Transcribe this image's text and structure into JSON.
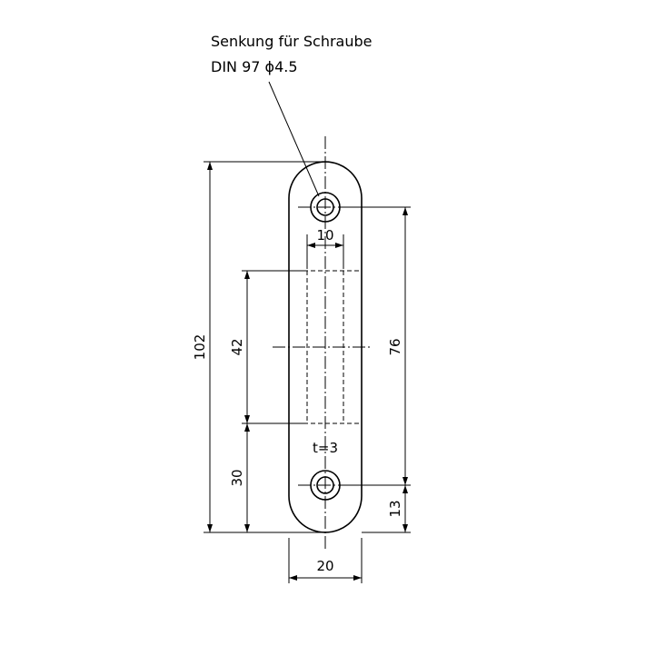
{
  "annotation": {
    "line1": "Senkung für Schraube",
    "line2": "DIN 97 ϕ4.5"
  },
  "dimensions": {
    "slot_width": "10",
    "overall_length": "102",
    "slot_length": "42",
    "hole_spacing": "76",
    "thickness": "t=3",
    "slot_offset": "30",
    "hole_offset": "13",
    "plate_width": "20"
  }
}
